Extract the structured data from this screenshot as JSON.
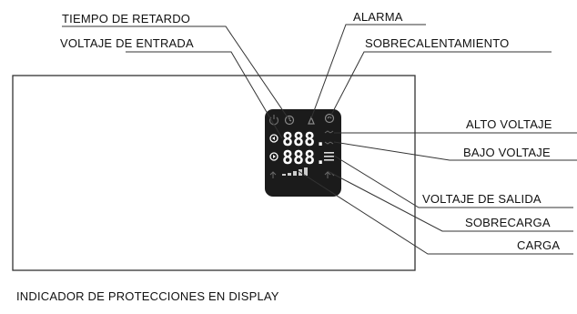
{
  "labels": {
    "tiempo_retardo": "TIEMPO DE RETARDO",
    "voltaje_entrada": "VOLTAJE DE ENTRADA",
    "alarma": "ALARMA",
    "sobrecalentamiento": "SOBRECALENTAMIENTO",
    "alto_voltaje": "ALTO VOLTAJE",
    "bajo_voltaje": "BAJO VOLTAJE",
    "voltaje_salida": "VOLTAJE DE SALIDA",
    "sobrecarga": "SOBRECARGA",
    "carga": "CARGA"
  },
  "display": {
    "top_digits": "888.",
    "bottom_digits": "888."
  },
  "caption": "INDICADOR DE PROTECCIONES EN DISPLAY",
  "colors": {
    "line": "#333333",
    "display_bg": "#1b1b1b",
    "segment": "#ffffff",
    "icon_dim": "#6a6a6a"
  }
}
